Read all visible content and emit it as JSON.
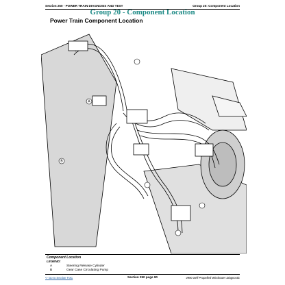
{
  "header": {
    "left": "Section 250 - POWER TRAIN DIAGNOSIS AND TEST",
    "right": "Group 20: Component Location"
  },
  "group_title": "Group 20 - Component Location",
  "section_title": "Power Train Component Location",
  "drawing": {
    "callouts": [
      "A",
      "B"
    ]
  },
  "legend": {
    "title": "Component Location",
    "column_label": "LEGEND:",
    "items": [
      {
        "letter": "A",
        "text": "Steering Release Cylinder"
      },
      {
        "letter": "B",
        "text": "Gear Case Circulating Pump"
      }
    ]
  },
  "footer": {
    "link": "<- Go to Section TOC",
    "center": "Section 250 page 90",
    "right": "4990 Self-Propelled Windrower Diagnostic"
  },
  "colors": {
    "group_title": "#1d8a86",
    "link": "#1d5aa0"
  }
}
